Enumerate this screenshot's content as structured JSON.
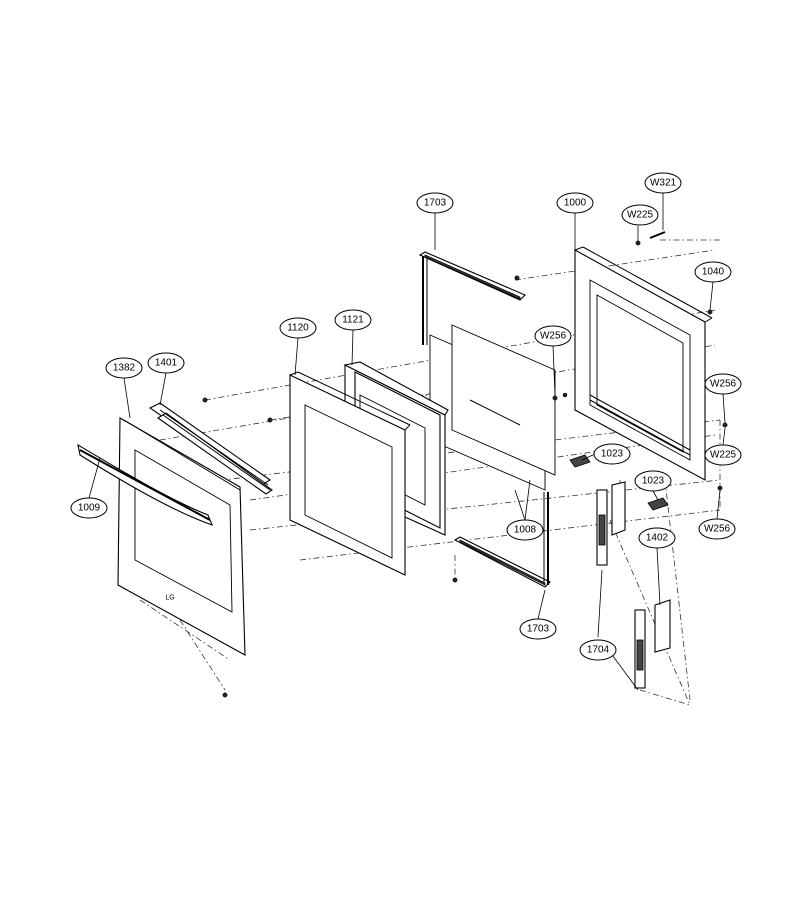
{
  "callouts": [
    {
      "id": "1703a",
      "label": "1703"
    },
    {
      "id": "1000",
      "label": "1000"
    },
    {
      "id": "w321",
      "label": "W321"
    },
    {
      "id": "w225a",
      "label": "W225"
    },
    {
      "id": "1040",
      "label": "1040"
    },
    {
      "id": "1120",
      "label": "1120"
    },
    {
      "id": "1121",
      "label": "1121"
    },
    {
      "id": "w256a",
      "label": "W256"
    },
    {
      "id": "1382",
      "label": "1382"
    },
    {
      "id": "1401",
      "label": "1401"
    },
    {
      "id": "w256b",
      "label": "W256"
    },
    {
      "id": "w225b",
      "label": "W225"
    },
    {
      "id": "1023a",
      "label": "1023"
    },
    {
      "id": "1023b",
      "label": "1023"
    },
    {
      "id": "1009",
      "label": "1009"
    },
    {
      "id": "1008",
      "label": "1008"
    },
    {
      "id": "w256c",
      "label": "W256"
    },
    {
      "id": "1402",
      "label": "1402"
    },
    {
      "id": "1703b",
      "label": "1703"
    },
    {
      "id": "1704",
      "label": "1704"
    }
  ]
}
